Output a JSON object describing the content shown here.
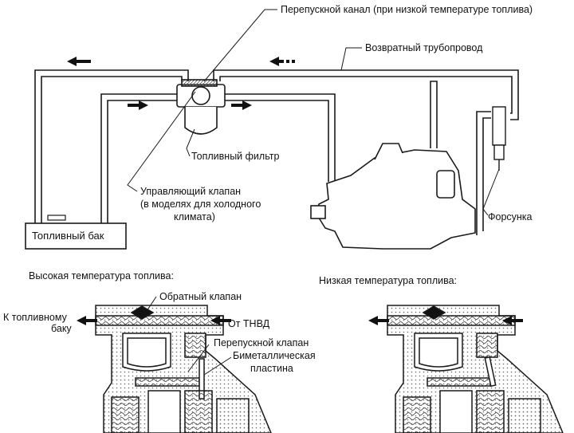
{
  "labels": {
    "bypass_channel": "Перепускной канал (при низкой температуре топлива)",
    "return_line": "Возвратный трубопровод",
    "fuel_filter": "Топливный фильтр",
    "control_valve": [
      "Управляющий клапан",
      "(в моделях для холодного",
      "климата)"
    ],
    "fuel_tank": "Топливный бак",
    "injector": "Форсунка",
    "high_temp": "Высокая температура топлива:",
    "low_temp": "Низкая температура топлива:",
    "check_valve": "Обратный клапан",
    "to_tank": [
      "К топливному",
      "баку"
    ],
    "from_pump": "От ТНВД",
    "bypass_valve": "Перепускной клапан",
    "bimetal": [
      "Биметаллическая",
      "пластина"
    ]
  },
  "colors": {
    "line": "#1a1a1a",
    "fill": "#ffffff",
    "hatch": "#444444"
  },
  "icons": [
    "arrow-left",
    "arrow-right",
    "arrow-left-dashed"
  ]
}
